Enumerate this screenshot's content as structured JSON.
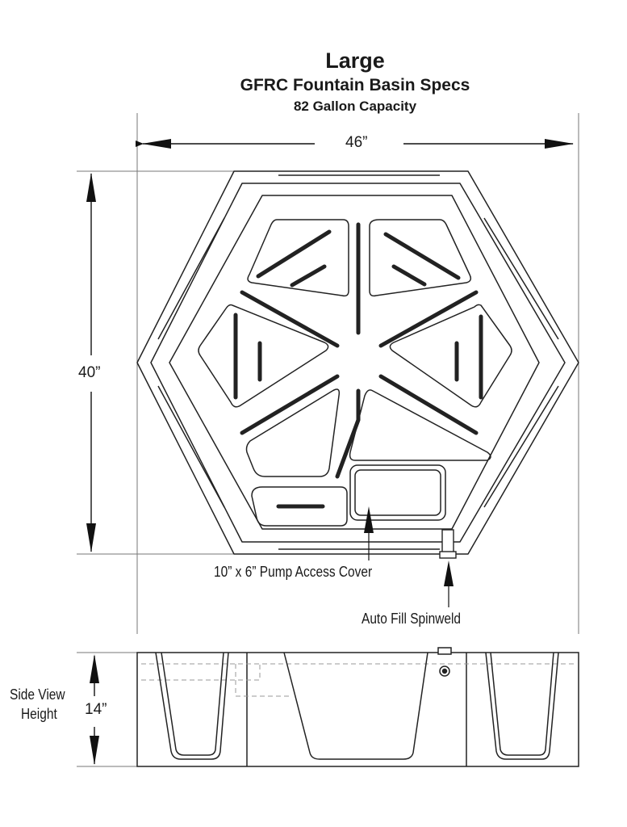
{
  "title": "Large",
  "subtitle": "GFRC Fountain Basin Specs",
  "capacity": "82 Gallon Capacity",
  "dimensions": {
    "width": "46”",
    "depth": "40”",
    "height": "14”"
  },
  "callouts": {
    "pump_cover": "10” x 6” Pump Access Cover",
    "auto_fill": "Auto Fill Spinweld"
  },
  "side_view": {
    "line1": "Side View",
    "line2": "Height"
  }
}
